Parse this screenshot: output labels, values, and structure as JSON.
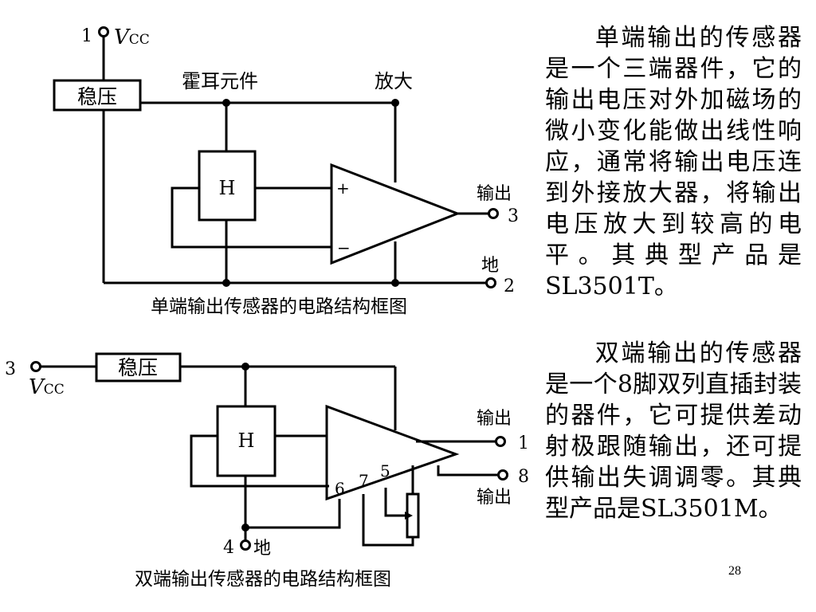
{
  "circuit1": {
    "caption": "单端输出传感器的电路结构框图",
    "regulator": "稳压",
    "hall_element_label": "霍耳元件",
    "amplifier_label": "放大",
    "hall_symbol": "H",
    "pin_vcc_number": "1",
    "vcc_main": "V",
    "vcc_sub": "CC",
    "output_label": "输出",
    "pin_output_number": "3",
    "ground_label": "地",
    "pin_ground_number": "2",
    "plus": "+",
    "minus": "−"
  },
  "circuit2": {
    "caption": "双端输出传感器的电路结构框图",
    "regulator": "稳压",
    "hall_symbol": "H",
    "pin_vcc_number": "3",
    "vcc_main": "V",
    "vcc_sub": "CC",
    "output1_label": "输出",
    "pin_output1_number": "1",
    "output2_label": "输出",
    "pin_output2_number": "8",
    "ground_label": "地",
    "pin_ground_number": "4",
    "pin6": "6",
    "pin7": "7",
    "pin5": "5"
  },
  "paragraphs": {
    "p1": "单端输出的传感器是一个三端器件，它的输出电压对外加磁场的微小变化能做出线性响应，通常将输出电压连到外接放大器，将输出电压放大到较高的电平。其典型产品是SL3501T。",
    "p2": "双端输出的传感器是一个8脚双列直插封装的器件，它可提供差动射极跟随输出，还可提供输出失调调零。其典型产品是SL3501M。"
  },
  "page_number": "28"
}
